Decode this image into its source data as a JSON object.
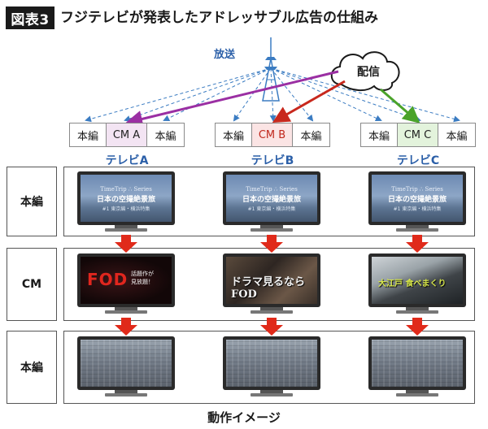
{
  "title": {
    "badge": "図表3",
    "text": "フジテレビが発表したアドレッサブル広告の仕組み"
  },
  "diagram": {
    "broadcast_label": "放送",
    "delivery_label": "配信",
    "channels": [
      {
        "tv_label": "テレビA",
        "segments": [
          "本編",
          "CM A",
          "本編"
        ]
      },
      {
        "tv_label": "テレビB",
        "segments": [
          "本編",
          "CM B",
          "本編"
        ]
      },
      {
        "tv_label": "テレビC",
        "segments": [
          "本編",
          "CM C",
          "本編"
        ]
      }
    ]
  },
  "rows": [
    {
      "label": "本編"
    },
    {
      "label": "CM"
    },
    {
      "label": "本編"
    }
  ],
  "screens": {
    "main_top": {
      "line1": "TimeTrip ∴ Series",
      "line2": "日本の空撮絶景旅",
      "line3": "#1 東京編・横浜特集"
    },
    "cm_a": {
      "logo": "FOD",
      "text1": "話題作が",
      "text2": "見放題！"
    },
    "cm_b": {
      "text": "ドラマ見るならFOD"
    },
    "cm_c": {
      "text": "大江戸 食べまくり"
    }
  },
  "footer": "動作イメージ",
  "colors": {
    "purple": "#9b2fa3",
    "red": "#c8281d",
    "green": "#4aa32a",
    "blue_dashed": "#3b7cc2",
    "label_blue": "#2b5fa8",
    "down_arrow": "#e02a1a"
  }
}
